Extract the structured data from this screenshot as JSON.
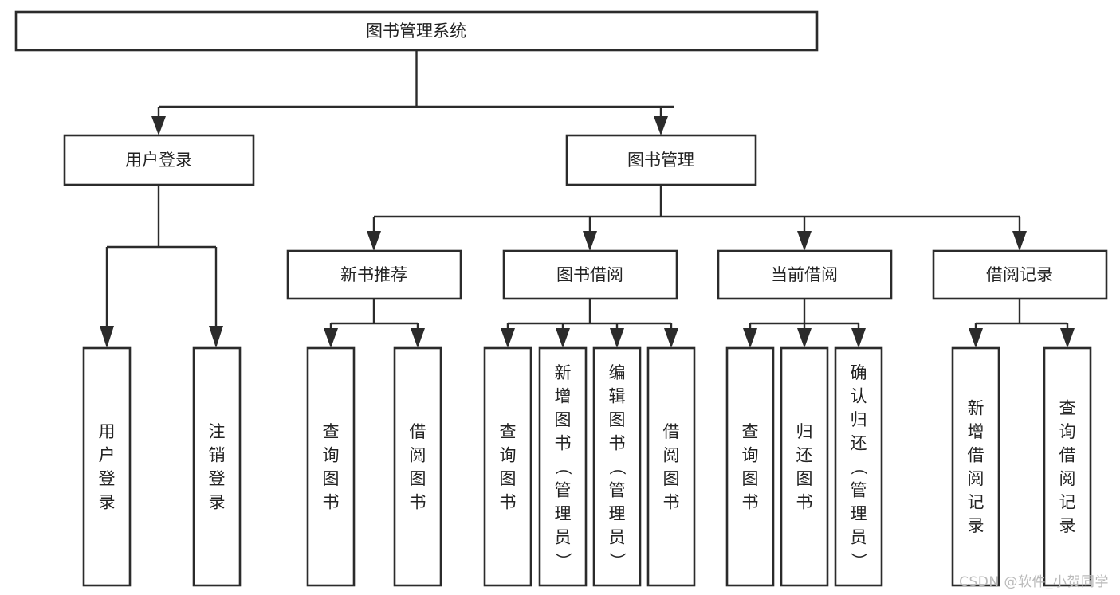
{
  "diagram": {
    "type": "tree-hierarchy",
    "title": "图书管理系统",
    "watermark": "CSDN @软件_小贺同学",
    "colors": {
      "stroke": "#2b2b2b",
      "fill": "#ffffff",
      "text": "#222222",
      "watermark": "#b9b9b9",
      "background": "#ffffff"
    },
    "levels": [
      {
        "level": 1,
        "nodes": [
          {
            "id": "root",
            "label": "图书管理系统",
            "orientation": "horizontal"
          }
        ]
      },
      {
        "level": 2,
        "nodes": [
          {
            "id": "user-login",
            "label": "用户登录",
            "orientation": "horizontal",
            "parent": "root"
          },
          {
            "id": "book-manage",
            "label": "图书管理",
            "orientation": "horizontal",
            "parent": "root"
          }
        ]
      },
      {
        "level": 3,
        "nodes": [
          {
            "id": "new-book-rec",
            "label": "新书推荐",
            "orientation": "horizontal",
            "parent": "book-manage"
          },
          {
            "id": "book-borrow",
            "label": "图书借阅",
            "orientation": "horizontal",
            "parent": "book-manage"
          },
          {
            "id": "current-borrow",
            "label": "当前借阅",
            "orientation": "horizontal",
            "parent": "book-manage"
          },
          {
            "id": "borrow-record",
            "label": "借阅记录",
            "orientation": "horizontal",
            "parent": "book-manage"
          }
        ]
      },
      {
        "level": 4,
        "nodes": [
          {
            "id": "leaf-1",
            "label": "用户登录",
            "orientation": "vertical",
            "parent": "user-login"
          },
          {
            "id": "leaf-2",
            "label": "注销登录",
            "orientation": "vertical",
            "parent": "user-login"
          },
          {
            "id": "leaf-3",
            "label": "查询图书",
            "orientation": "vertical",
            "parent": "new-book-rec"
          },
          {
            "id": "leaf-4",
            "label": "借阅图书",
            "orientation": "vertical",
            "parent": "new-book-rec"
          },
          {
            "id": "leaf-5",
            "label": "查询图书",
            "orientation": "vertical",
            "parent": "book-borrow"
          },
          {
            "id": "leaf-6",
            "label": "新增图书（管理员）",
            "orientation": "vertical",
            "parent": "book-borrow"
          },
          {
            "id": "leaf-7",
            "label": "编辑图书（管理员）",
            "orientation": "vertical",
            "parent": "book-borrow"
          },
          {
            "id": "leaf-8",
            "label": "借阅图书",
            "orientation": "vertical",
            "parent": "book-borrow"
          },
          {
            "id": "leaf-9",
            "label": "查询图书",
            "orientation": "vertical",
            "parent": "current-borrow"
          },
          {
            "id": "leaf-10",
            "label": "归还图书",
            "orientation": "vertical",
            "parent": "current-borrow"
          },
          {
            "id": "leaf-11",
            "label": "确认归还（管理员）",
            "orientation": "vertical",
            "parent": "current-borrow"
          },
          {
            "id": "leaf-12",
            "label": "新增借阅记录",
            "orientation": "vertical",
            "parent": "borrow-record"
          },
          {
            "id": "leaf-13",
            "label": "查询借阅记录",
            "orientation": "vertical",
            "parent": "borrow-record"
          }
        ]
      }
    ]
  }
}
